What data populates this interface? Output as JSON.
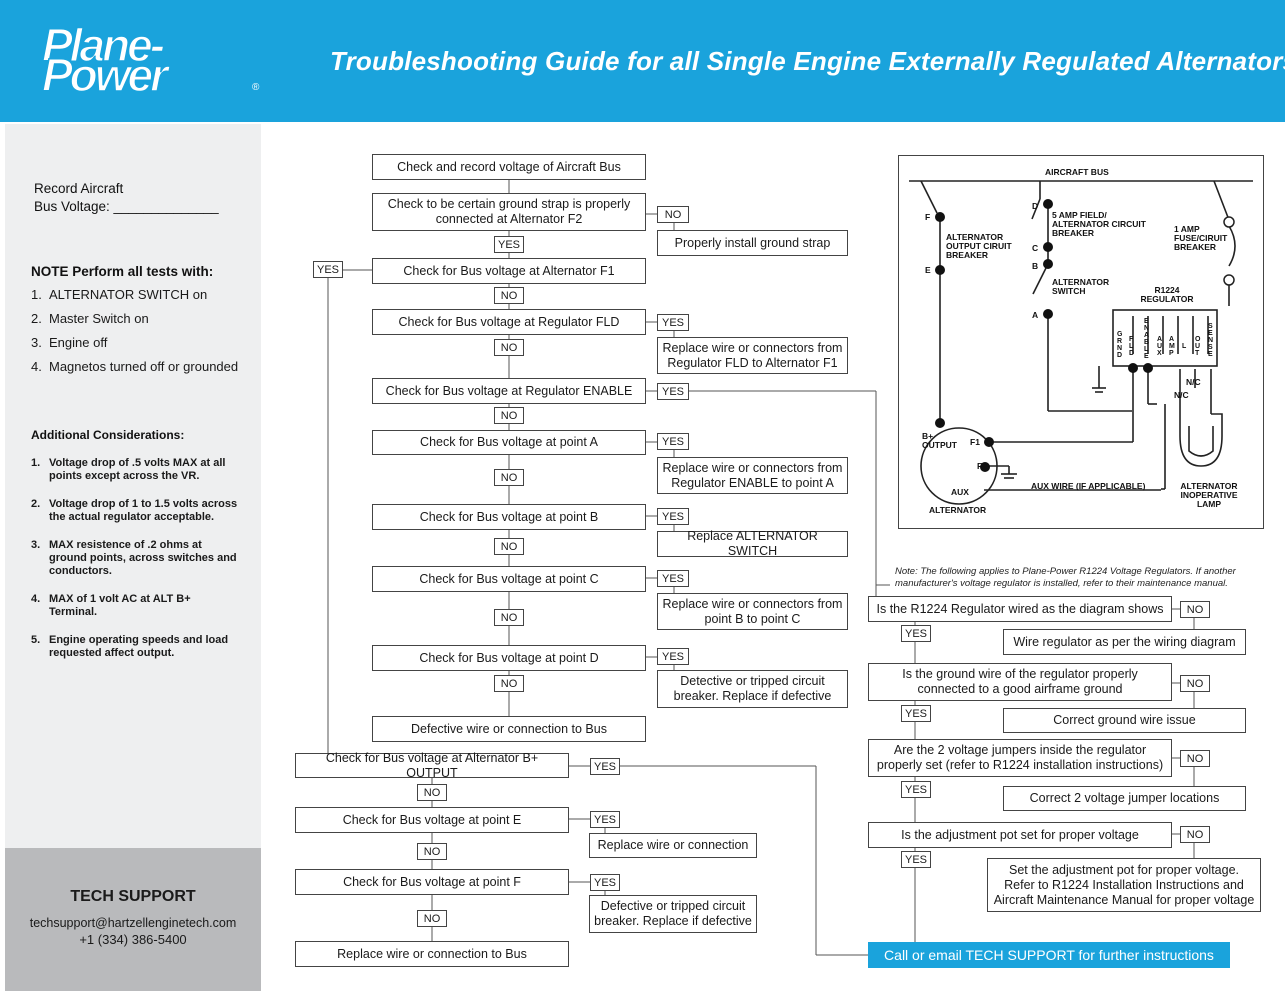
{
  "header": {
    "logo_line1": "Plane-",
    "logo_line2": "Power",
    "logo_reg": "®",
    "title": "Troubleshooting Guide for all Single Engine Externally Regulated Alternators"
  },
  "sidebar": {
    "record_label1": "Record Aircraft",
    "record_label2": "Bus Voltage: ______________",
    "note_title": "NOTE Perform all tests with:",
    "notes": [
      "ALTERNATOR SWITCH on",
      "Master Switch on",
      "Engine off",
      "Magnetos turned off or grounded"
    ],
    "additional_title": "Additional Considerations:",
    "considerations": [
      "Voltage drop of .5 volts MAX at all points except across the VR.",
      "Voltage drop of 1 to 1.5 volts across the actual regulator acceptable.",
      "MAX resistence of .2 ohms at ground points, across switches and conductors.",
      "MAX of 1 volt AC at ALT B+ Terminal.",
      "Engine operating speeds and load requested affect output."
    ],
    "numbers": [
      "1.",
      "2.",
      "3.",
      "4.",
      "5."
    ]
  },
  "support": {
    "title": "TECH SUPPORT",
    "email": "techsupport@hartzellenginetech.com",
    "phone": "+1 (334) 386-5400"
  },
  "flow": {
    "yes": "YES",
    "no": "NO",
    "s1": "Check and record voltage of Aircraft Bus",
    "s2": "Check to be certain ground strap is properly connected at Alternator F2",
    "s2_no": "Properly install ground strap",
    "s3": "Check for Bus voltage at Alternator F1",
    "s4": "Check for Bus voltage at Regulator FLD",
    "s4_yes": "Replace wire or connectors from Regulator FLD to Alternator F1",
    "s5": "Check for Bus voltage at Regulator ENABLE",
    "s6": "Check for Bus voltage at point A",
    "s6_yes": "Replace wire or connectors from Regulator ENABLE to point A",
    "s7": "Check for Bus voltage at point B",
    "s7_yes": "Replace ALTERNATOR SWITCH",
    "s8": "Check for Bus voltage at point C",
    "s8_yes": "Replace wire or connectors from point B to point C",
    "s9": "Check for Bus voltage at point D",
    "s9_yes": "Detective or tripped circuit breaker. Replace if defective",
    "s10": "Defective wire or connection to Bus",
    "s11": "Check for Bus voltage at Alternator B+ OUTPUT",
    "s12": "Check for Bus voltage at point E",
    "s12_yes": "Replace wire or connection",
    "s13": "Check for Bus voltage at point F",
    "s13_yes": "Defective or tripped circuit breaker. Replace if defective",
    "s14": "Replace wire or connection to Bus",
    "r1": "Is the R1224 Regulator wired as the diagram shows",
    "r1_no": "Wire regulator as per the wiring diagram",
    "r2": "Is the ground wire of the regulator properly connected to a good airframe ground",
    "r2_no": "Correct ground wire issue",
    "r3": "Are the 2 voltage jumpers inside the regulator properly set (refer to R1224 installation instructions)",
    "r3_no": "Correct 2 voltage jumper locations",
    "r4": "Is the adjustment pot set for proper voltage",
    "r4_no": "Set the adjustment pot for proper voltage. Refer to R1224 Installation Instructions and Aircraft Maintenance Manual for proper voltage",
    "call": "Call or email TECH SUPPORT for further instructions",
    "note": "Note: The following applies to Plane-Power R1224 Voltage Regulators.  If another manufacturer's voltage regulator is installed, refer to their maintenance manual."
  },
  "wiring": {
    "aircraft_bus": "AIRCRAFT BUS",
    "f": "F",
    "e": "E",
    "d": "D",
    "c": "C",
    "b": "B",
    "a": "A",
    "alt_breaker": "ALTERNATOR OUTPUT CIRUIT BREAKER",
    "field_breaker": "5 AMP FIELD/ ALTERNATOR CIRCUIT BREAKER",
    "fuse": "1 AMP FUSE/CIRUIT BREAKER",
    "alt_switch": "ALTERNATOR SWITCH",
    "regulator": "R1224 REGULATOR",
    "terms": [
      "G R N D",
      "F L D",
      "E N A B L E",
      "A U X",
      "A M P",
      "L",
      "O U T",
      "S E N S E"
    ],
    "nc1": "N/C",
    "nc2": "N/C",
    "b_output": "B+ OUTPUT",
    "f1": "F1",
    "f2": "F2",
    "aux": "AUX",
    "aux_wire": "AUX WIRE (IF APPLICABLE)",
    "alternator": "ALTERNATOR",
    "lamp": "ALTERNATOR INOPERATIVE LAMP"
  },
  "colors": {
    "brand": "#1aa3dc",
    "sidebar": "#eeeff0",
    "support": "#b9babc"
  }
}
